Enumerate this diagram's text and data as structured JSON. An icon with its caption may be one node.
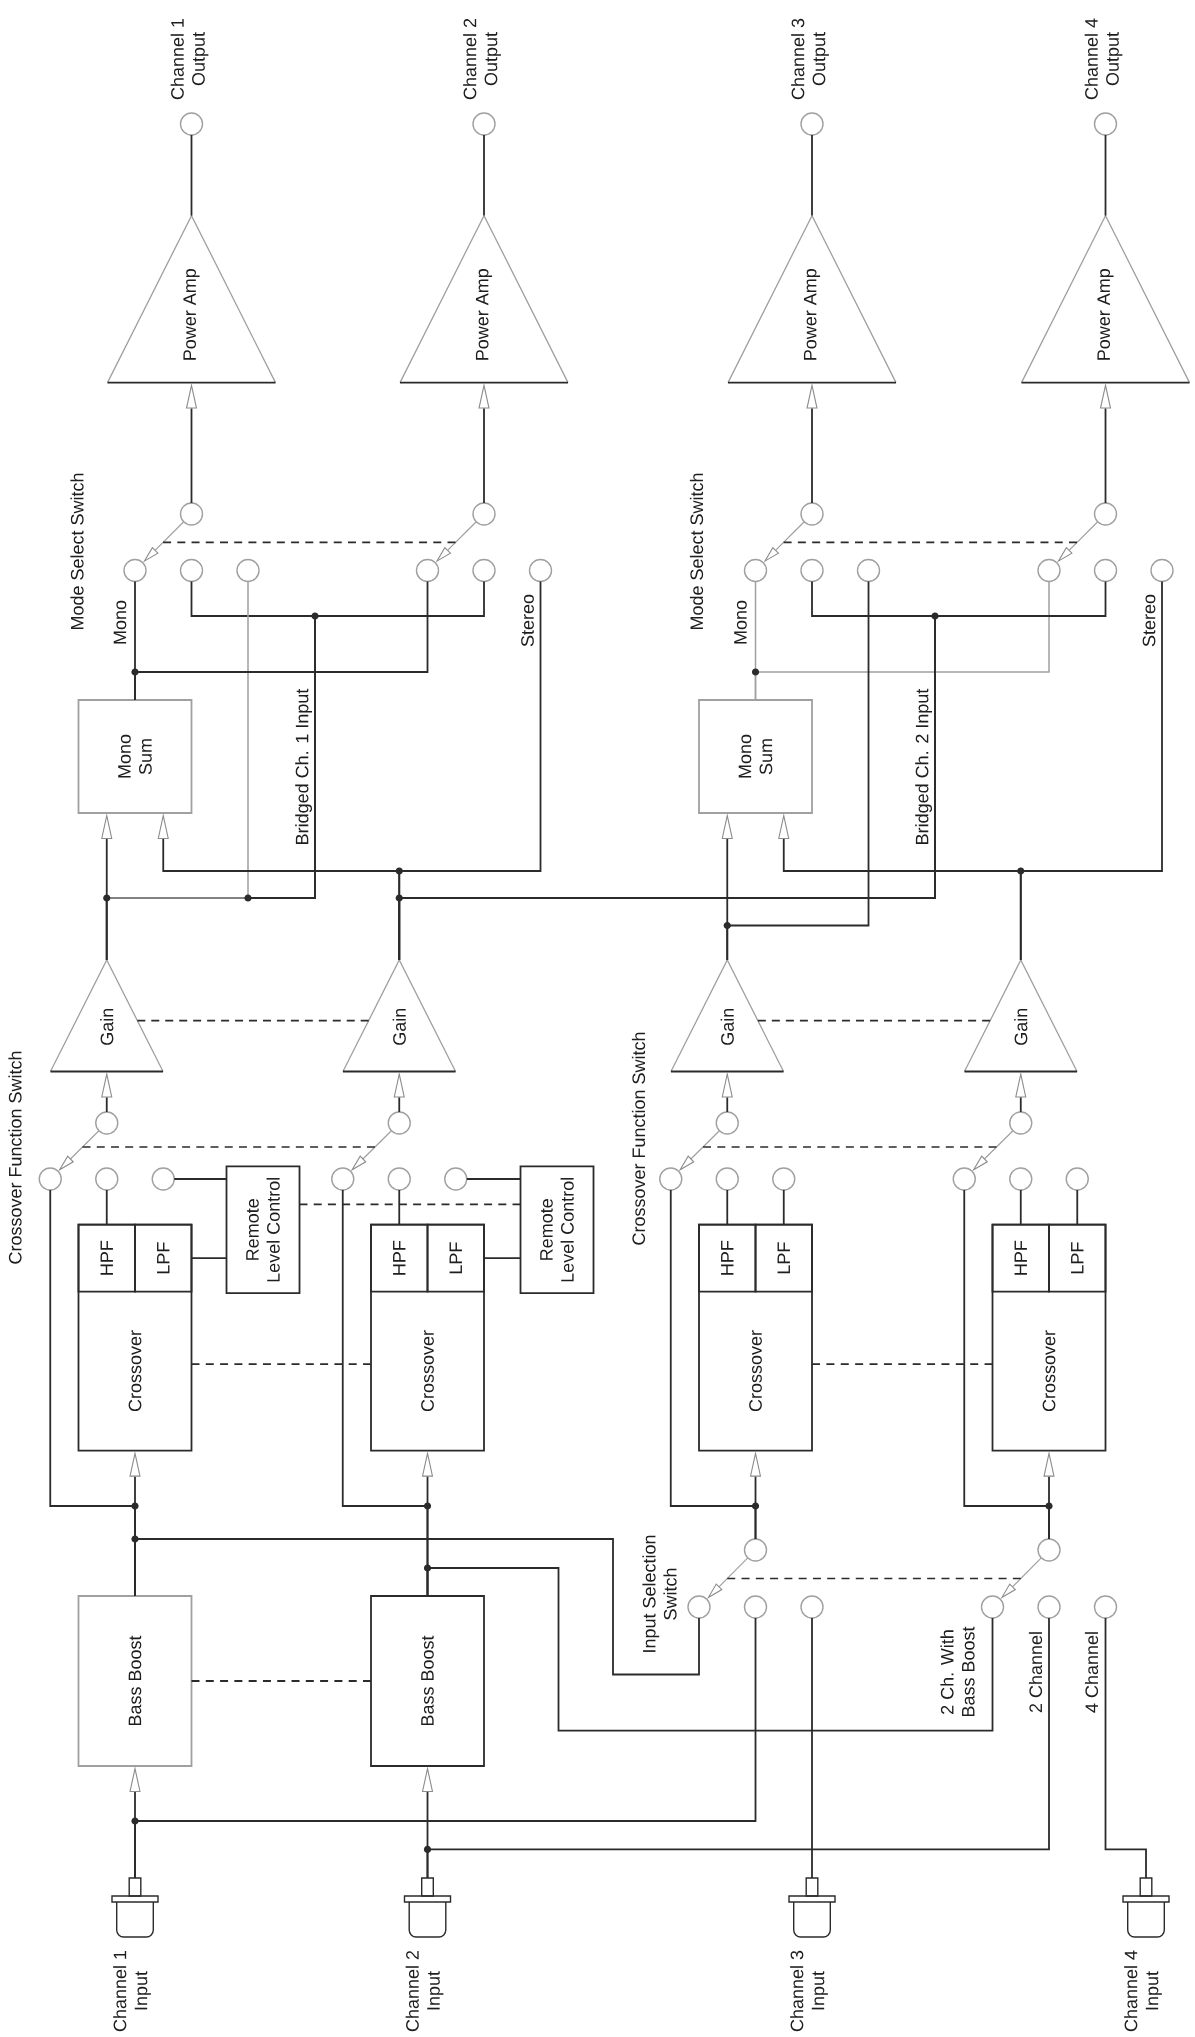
{
  "diagram": {
    "nodes": [
      {
        "text": [],
        "shape": "picture",
        "beside": [
          "Channel 1 Input"
        ]
      },
      {
        "text": [],
        "shape": "picture",
        "beside": [
          "Channel 2 Input"
        ]
      },
      {
        "text": [],
        "shape": "picture",
        "beside": [
          "Channel 3 Input"
        ]
      },
      {
        "text": [],
        "shape": "picture",
        "beside": [
          "Channel 4 Input"
        ]
      },
      {
        "text": [
          "Bass Boost"
        ]
      },
      {
        "text": [
          "Bass Boost"
        ]
      },
      {
        "text": [],
        "shape": "circle"
      },
      {
        "text": [],
        "shape": "circle"
      },
      {
        "text": [],
        "shape": "circle"
      },
      {
        "text": [],
        "shape": "circle"
      },
      {
        "text": [],
        "shape": "circle"
      },
      {
        "text": [],
        "shape": "circle",
        "beside": [
          "2 Ch. With Bass Boost"
        ]
      },
      {
        "text": [],
        "shape": "circle",
        "beside": [
          "2 Channel"
        ]
      },
      {
        "text": [],
        "shape": "circle",
        "beside": [
          "4 Channel"
        ]
      },
      {
        "text": [
          "Crossover"
        ]
      },
      {
        "text": [
          "HPF"
        ],
        "in": 14
      },
      {
        "text": [
          "LPF"
        ],
        "in": 14
      },
      {
        "text": [
          "Crossover"
        ]
      },
      {
        "text": [
          "HPF"
        ],
        "in": 17
      },
      {
        "text": [
          "LPF"
        ],
        "in": 17
      },
      {
        "text": [
          "Crossover"
        ]
      },
      {
        "text": [
          "HPF"
        ],
        "in": 20
      },
      {
        "text": [
          "LPF"
        ],
        "in": 20
      },
      {
        "text": [
          "Crossover"
        ]
      },
      {
        "text": [
          "HPF"
        ],
        "in": 23
      },
      {
        "text": [
          "LPF"
        ],
        "in": 23
      },
      {
        "text": [
          "Remote Level Control"
        ]
      },
      {
        "text": [
          "Remote Level Control"
        ]
      },
      {
        "text": [],
        "shape": "circle"
      },
      {
        "text": [],
        "shape": "circle"
      },
      {
        "text": [],
        "shape": "circle"
      },
      {
        "text": [],
        "shape": "circle"
      },
      {
        "text": [],
        "shape": "circle"
      },
      {
        "text": [],
        "shape": "circle"
      },
      {
        "text": [],
        "shape": "circle"
      },
      {
        "text": [],
        "shape": "circle"
      },
      {
        "text": [],
        "shape": "circle"
      },
      {
        "text": [],
        "shape": "circle"
      },
      {
        "text": [],
        "shape": "circle"
      },
      {
        "text": [],
        "shape": "circle"
      },
      {
        "text": [],
        "shape": "circle"
      },
      {
        "text": [],
        "shape": "circle"
      },
      {
        "text": [],
        "shape": "circle"
      },
      {
        "text": [],
        "shape": "circle"
      },
      {
        "text": [
          "Gain"
        ]
      },
      {
        "text": [
          "Gain"
        ]
      },
      {
        "text": [
          "Gain"
        ]
      },
      {
        "text": [
          "Gain"
        ]
      },
      {
        "text": [
          "Mono Sum"
        ]
      },
      {
        "text": [
          "Mono Sum"
        ]
      },
      {
        "text": [],
        "shape": "circle"
      },
      {
        "text": [],
        "shape": "circle",
        "beside": [
          "Mono"
        ]
      },
      {
        "text": [],
        "shape": "circle"
      },
      {
        "text": [],
        "shape": "circle"
      },
      {
        "text": [],
        "shape": "circle"
      },
      {
        "text": [],
        "shape": "circle"
      },
      {
        "text": [],
        "shape": "circle"
      },
      {
        "text": [],
        "shape": "circle",
        "beside": [
          "Stereo"
        ]
      },
      {
        "text": [],
        "shape": "circle"
      },
      {
        "text": [],
        "shape": "circle",
        "beside": [
          "Mono"
        ]
      },
      {
        "text": [],
        "shape": "circle"
      },
      {
        "text": [],
        "shape": "circle"
      },
      {
        "text": [],
        "shape": "circle"
      },
      {
        "text": [],
        "shape": "circle"
      },
      {
        "text": [],
        "shape": "circle"
      },
      {
        "text": [],
        "shape": "circle",
        "beside": [
          "Stereo"
        ]
      },
      {
        "text": [
          "Power Amp"
        ]
      },
      {
        "text": [
          "Power Amp"
        ]
      },
      {
        "text": [
          "Power Amp"
        ]
      },
      {
        "text": [
          "Power Amp"
        ]
      },
      {
        "text": [],
        "shape": "circle",
        "beside": [
          "Channel 1 Output"
        ]
      },
      {
        "text": [],
        "shape": "circle",
        "beside": [
          "Channel 2 Output"
        ]
      },
      {
        "text": [],
        "shape": "circle",
        "beside": [
          "Channel 3 Output"
        ]
      },
      {
        "text": [],
        "shape": "circle",
        "beside": [
          "Channel 4 Output"
        ]
      }
    ],
    "edges": [
      {
        "from": 0,
        "to": 4,
        "arrow": "to"
      },
      {
        "from": 0,
        "to": 8,
        "arrow": "none"
      },
      {
        "from": 1,
        "to": 5,
        "arrow": "to"
      },
      {
        "from": 1,
        "to": 12,
        "arrow": "none"
      },
      {
        "from": 2,
        "to": 9,
        "arrow": "none"
      },
      {
        "from": 3,
        "to": 13,
        "arrow": "none"
      },
      {
        "from": 4,
        "to": 14,
        "arrow": "to"
      },
      {
        "from": 4,
        "to": 29,
        "arrow": "none"
      },
      {
        "from": 4,
        "to": 7,
        "arrow": "none"
      },
      {
        "from": 5,
        "to": 17,
        "arrow": "to"
      },
      {
        "from": 5,
        "to": 33,
        "arrow": "none"
      },
      {
        "from": 5,
        "to": 11,
        "arrow": "none"
      },
      {
        "from": 6,
        "to": 7,
        "arrow": "to",
        "color": "#a0a0a0"
      },
      {
        "from": 10,
        "to": 11,
        "arrow": "to",
        "color": "#a0a0a0"
      },
      {
        "from": 6,
        "to": 20,
        "arrow": "to"
      },
      {
        "from": 6,
        "to": 37,
        "arrow": "none"
      },
      {
        "from": 10,
        "to": 23,
        "arrow": "to"
      },
      {
        "from": 10,
        "to": 41,
        "arrow": "none"
      },
      {
        "from": 15,
        "to": 30,
        "arrow": "none"
      },
      {
        "from": 16,
        "to": 26,
        "arrow": "none"
      },
      {
        "from": 26,
        "to": 31,
        "arrow": "none"
      },
      {
        "from": 18,
        "to": 34,
        "arrow": "none"
      },
      {
        "from": 19,
        "to": 27,
        "arrow": "none"
      },
      {
        "from": 27,
        "to": 35,
        "arrow": "none"
      },
      {
        "from": 21,
        "to": 38,
        "arrow": "none"
      },
      {
        "from": 22,
        "to": 39,
        "arrow": "none"
      },
      {
        "from": 24,
        "to": 42,
        "arrow": "none"
      },
      {
        "from": 25,
        "to": 43,
        "arrow": "none"
      },
      {
        "from": 28,
        "to": 29,
        "arrow": "to",
        "color": "#a0a0a0"
      },
      {
        "from": 32,
        "to": 33,
        "arrow": "to",
        "color": "#a0a0a0"
      },
      {
        "from": 36,
        "to": 37,
        "arrow": "to",
        "color": "#a0a0a0"
      },
      {
        "from": 40,
        "to": 41,
        "arrow": "to",
        "color": "#a0a0a0"
      },
      {
        "from": 28,
        "to": 44,
        "arrow": "to"
      },
      {
        "from": 32,
        "to": 45,
        "arrow": "to"
      },
      {
        "from": 36,
        "to": 46,
        "arrow": "to"
      },
      {
        "from": 40,
        "to": 47,
        "arrow": "to"
      },
      {
        "from": 44,
        "to": 48,
        "arrow": "to"
      },
      {
        "from": 44,
        "to": 53,
        "arrow": "none",
        "color": "#a0a0a0"
      },
      {
        "from": 44,
        "to": 52,
        "arrow": "none",
        "label": "Bridged Ch. 1 Input"
      },
      {
        "from": 44,
        "to": 56,
        "arrow": "none"
      },
      {
        "from": 45,
        "to": 48,
        "arrow": "to"
      },
      {
        "from": 45,
        "to": 57,
        "arrow": "none"
      },
      {
        "from": 45,
        "to": 60,
        "arrow": "none",
        "label": "Bridged Ch. 2 Input"
      },
      {
        "from": 45,
        "to": 64,
        "arrow": "none"
      },
      {
        "from": 46,
        "to": 49,
        "arrow": "to"
      },
      {
        "from": 46,
        "to": 61,
        "arrow": "none"
      },
      {
        "from": 47,
        "to": 49,
        "arrow": "to"
      },
      {
        "from": 47,
        "to": 65,
        "arrow": "none"
      },
      {
        "from": 48,
        "to": 51,
        "arrow": "none"
      },
      {
        "from": 48,
        "to": 55,
        "arrow": "none"
      },
      {
        "from": 49,
        "to": 59,
        "arrow": "none",
        "color": "#a0a0a0"
      },
      {
        "from": 49,
        "to": 63,
        "arrow": "none",
        "color": "#a0a0a0"
      },
      {
        "from": 50,
        "to": 51,
        "arrow": "to",
        "color": "#a0a0a0"
      },
      {
        "from": 54,
        "to": 55,
        "arrow": "to",
        "color": "#a0a0a0"
      },
      {
        "from": 58,
        "to": 59,
        "arrow": "to",
        "color": "#a0a0a0"
      },
      {
        "from": 62,
        "to": 63,
        "arrow": "to",
        "color": "#a0a0a0"
      },
      {
        "from": 50,
        "to": 66,
        "arrow": "to"
      },
      {
        "from": 54,
        "to": 67,
        "arrow": "to"
      },
      {
        "from": 58,
        "to": 68,
        "arrow": "to"
      },
      {
        "from": 62,
        "to": 69,
        "arrow": "to"
      },
      {
        "from": 66,
        "to": 70,
        "arrow": "none"
      },
      {
        "from": 67,
        "to": 71,
        "arrow": "none"
      },
      {
        "from": 68,
        "to": 72,
        "arrow": "none"
      },
      {
        "from": 69,
        "to": 73,
        "arrow": "none"
      },
      {
        "from": 4,
        "to": 5,
        "arrow": "none",
        "style": "dashed"
      },
      {
        "from": 14,
        "to": 17,
        "arrow": "none",
        "style": "dashed"
      },
      {
        "from": 20,
        "to": 23,
        "arrow": "none",
        "style": "dashed"
      },
      {
        "from": 26,
        "to": 27,
        "arrow": "none",
        "style": "dashed"
      },
      {
        "from": 44,
        "to": 45,
        "arrow": "none",
        "style": "dashed"
      },
      {
        "from": 46,
        "to": 47,
        "arrow": "none",
        "style": "dashed"
      }
    ],
    "labels": [
      "Mode Select Switch",
      "Crossover Function Switch",
      "Mode Select Switch",
      "Crossover Function Switch",
      "Input Selection Switch"
    ]
  }
}
